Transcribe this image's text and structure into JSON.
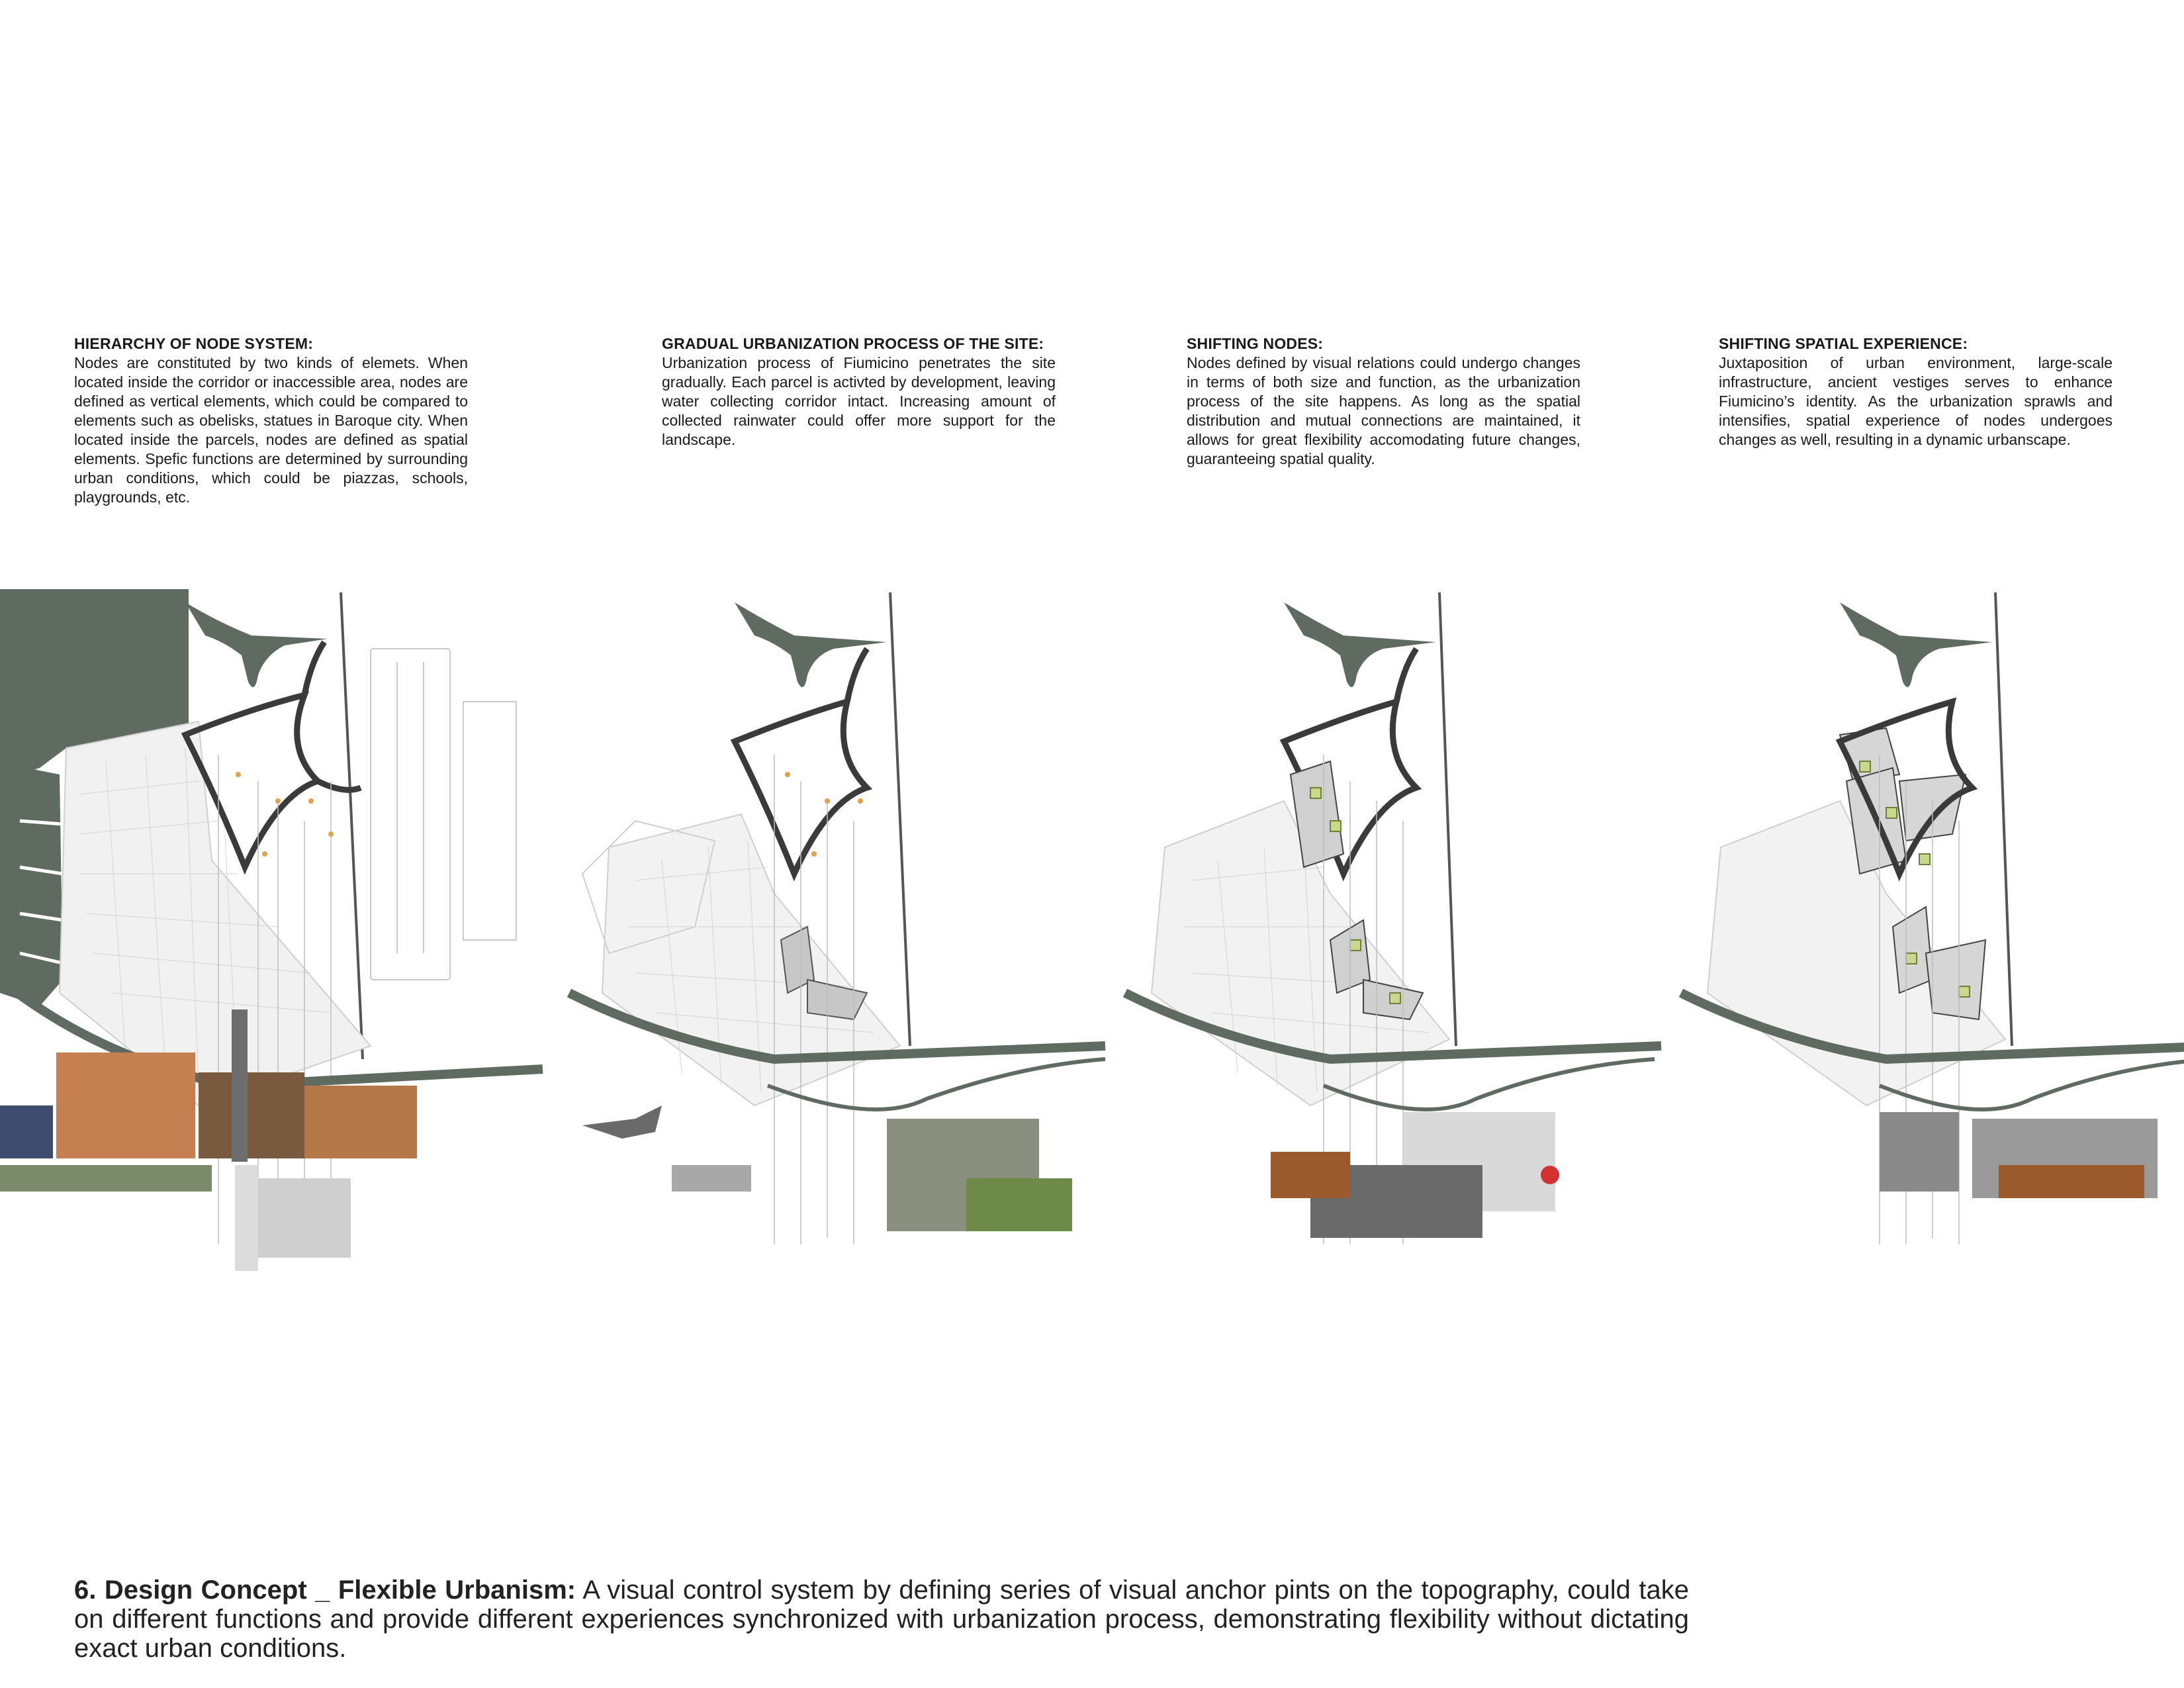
{
  "sections": [
    {
      "heading": "HIERARCHY OF NODE SYSTEM:",
      "body": "Nodes are constituted by two kinds of elemets. When located inside the corridor or inaccessible area, nodes are defined as vertical elements, which could be compared to elements such as obelisks, statues in Baroque city. When located inside the parcels, nodes are defined as spatial elements. Spefic functions are determined by surrounding urban conditions, which could be piazzas, schools, playgrounds, etc."
    },
    {
      "heading": "GRADUAL URBANIZATION PROCESS OF THE SITE:",
      "body": "Urbanization process of Fiumicino penetrates the site gradually. Each parcel is activted by development, leaving water collecting corridor intact. Increasing amount of collected rainwater could offer more support for the landscape."
    },
    {
      "heading": "SHIFTING NODES:",
      "body": "Nodes defined by visual relations could undergo changes in terms of both size and function, as the urbanization process of the site happens. As long as the spatial distribution and mutual connections are maintained, it allows for great flexibility accomodating future changes, guaranteeing spatial quality."
    },
    {
      "heading": "SHIFTING SPATIAL EXPERIENCE:",
      "body": "Juxtaposition of urban environment, large-scale infrastructure, ancient vestiges serves to enhance Fiumicino’s identity. As the urbanization sprawls and intensifies, spatial experience of nodes undergoes changes as well, resulting in a dynamic urbanscape."
    }
  ],
  "caption": {
    "title": "6. Design Concept _ Flexible Urbanism:",
    "text": " A visual control system by defining series of visual anchor pints on the topography, could take on different functions and provide different experiences synchronized with urbanization process, demonstrating flexibility without dictating exact urban conditions."
  },
  "colors": {
    "map_dark": "#5f6b60",
    "line_gray": "#b9b9b9",
    "node_orange": "#e0a24a",
    "node_green": "#c8d98e",
    "photo_sepia": "#9a5a2c"
  }
}
